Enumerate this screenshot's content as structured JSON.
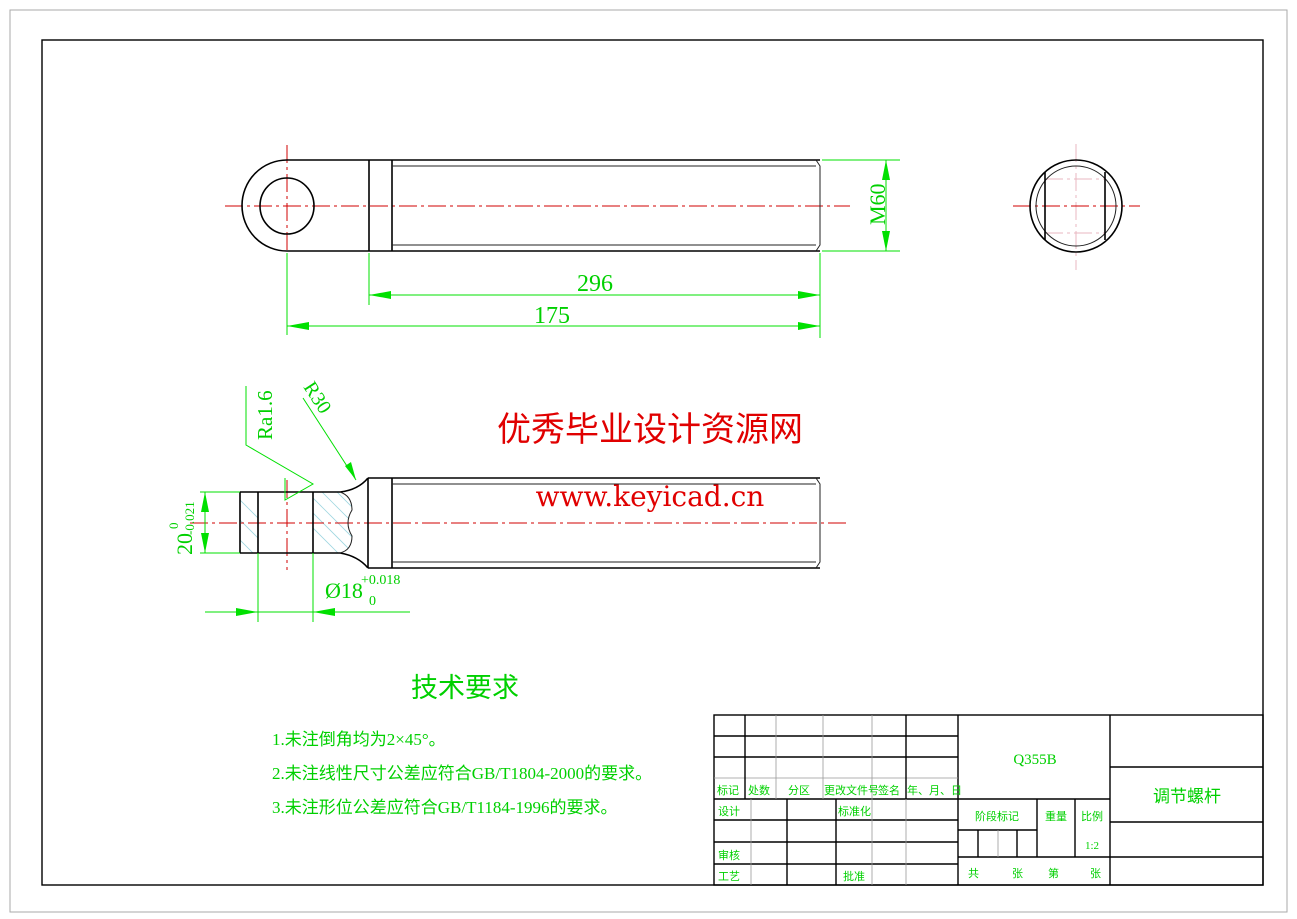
{
  "drawing": {
    "dimensions": {
      "thread": "M60",
      "thread_length": "296",
      "overall_length": "175",
      "radius": "R30",
      "roughness": "Ra1.6",
      "width_nominal": "20",
      "width_upper_tol": "0",
      "width_lower_tol": "-0.021",
      "bore_nominal": "Ø18",
      "bore_upper_tol": "+0.018",
      "bore_lower_tol": "0"
    },
    "watermark": {
      "title": "优秀毕业设计资源网",
      "url": "www.keyicad.cn"
    },
    "colors": {
      "dimension": "#00e000",
      "centerline": "#d00000",
      "watermark": "#e00000"
    }
  },
  "tech_requirements": {
    "heading": "技术要求",
    "items": [
      "1.未注倒角均为2×45°。",
      "2.未注线性尺寸公差应符合GB/T1804-2000的要求。",
      "3.未注形位公差应符合GB/T1184-1996的要求。"
    ]
  },
  "title_block": {
    "headers": [
      "标记",
      "处数",
      "分区",
      "更改文件号",
      "签名",
      "年、月、日"
    ],
    "design": "设计",
    "standardization": "标准化",
    "review": "审核",
    "process": "工艺",
    "approve": "批准",
    "material": "Q355B",
    "stage_mark": "阶段标记",
    "weight": "重量",
    "scale_label": "比例",
    "scale": "1:2",
    "total": "共",
    "sheets": "张",
    "sheet_no": "第",
    "sheets2": "张",
    "part_name": "调节螺杆"
  }
}
